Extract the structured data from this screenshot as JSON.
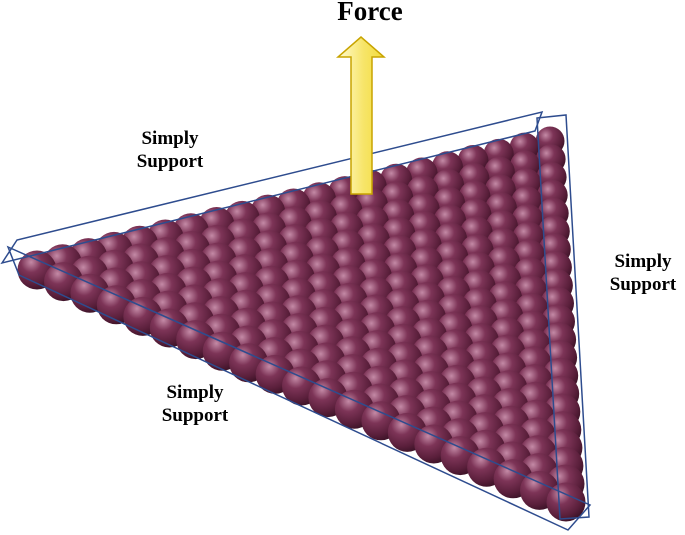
{
  "force": {
    "label": "Force"
  },
  "supports": {
    "left_edge": {
      "line1": "Simply",
      "line2": "Support"
    },
    "right_edge": {
      "line1": "Simply",
      "line2": "Support"
    },
    "bottom_edge": {
      "line1": "Simply",
      "line2": "Support"
    }
  },
  "colors": {
    "sphere_base": "#6e2a4a",
    "sphere_highlight": "#c48aa6",
    "sphere_shadow": "#3a1226",
    "support_outline": "#2e4c8e",
    "arrow_fill_light": "#fffbd0",
    "arrow_fill_dark": "#f2dc3c",
    "arrow_outline": "#c8a400"
  },
  "sphere_grid": {
    "rows": 21
  }
}
